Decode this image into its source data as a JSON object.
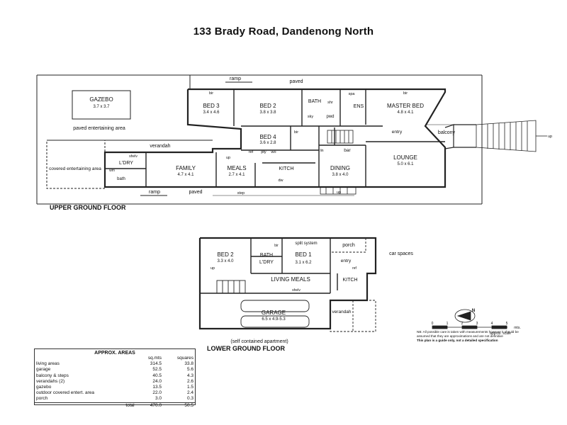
{
  "title": "133 Brady Road, Dandenong North",
  "upper": {
    "label": "UPPER GROUND FLOOR",
    "rooms": [
      {
        "name": "GAZEBO",
        "dims": "3.7 x 3.7"
      },
      {
        "name": "BED 3",
        "dims": "3.4 x 4.6"
      },
      {
        "name": "BED 2",
        "dims": "3.8 x 3.8"
      },
      {
        "name": "MASTER BED",
        "dims": "4.8 x 4.1"
      },
      {
        "name": "BED 4",
        "dims": "3.6 x 2.8"
      },
      {
        "name": "FAMILY",
        "dims": "4.7 x 4.1"
      },
      {
        "name": "MEALS",
        "dims": "2.7 x 4.1"
      },
      {
        "name": "DINING",
        "dims": "3.8 x 4.0"
      },
      {
        "name": "LOUNGE",
        "dims": "5.0 x 6.1"
      }
    ],
    "labels": {
      "ramp_top": "ramp",
      "paved_top": "paved",
      "paved_area": "paved entertaining area",
      "verandah": "verandah",
      "covered_area": "covered entertaining area",
      "laundry": "L'DRY",
      "bath_small": "bath",
      "kitch": "KITCH",
      "bath": "BATH",
      "ens": "ENS",
      "entry": "entry",
      "balcony": "balcony",
      "bar": "bar",
      "bir": "bir",
      "pwd": "pwd",
      "spa": "spa",
      "shr": "shr",
      "sky": "sky",
      "ref": "ref",
      "pty": "pty",
      "wo": "wo",
      "ramp_bottom": "ramp",
      "paved_bottom": "paved",
      "step": "step",
      "up": "up",
      "dw": "dw",
      "lin": "lin",
      "shelv": "shelv",
      "wm": "wm"
    }
  },
  "lower": {
    "label": "LOWER GROUND FLOOR",
    "subtitle": "(self contained apartment)",
    "rooms": [
      {
        "name": "BED 2",
        "dims": "3.3 x 4.0"
      },
      {
        "name": "BED 1",
        "dims": "3.1 x 6.2"
      },
      {
        "name": "GARAGE",
        "dims": "6.5 x 4.9-5.3"
      }
    ],
    "labels": {
      "split_system": "split system",
      "porch": "porch",
      "car_spaces": "car spaces",
      "bath": "BATH",
      "ldry": "L'DRY",
      "entry": "entry",
      "living_meals": "LIVING  MEALS",
      "kitchen": "KITCH",
      "verandah": "verandah",
      "shelv": "shelv",
      "bir": "bir",
      "ref": "ref",
      "up": "up"
    }
  },
  "areas": {
    "title": "APPROX. AREAS",
    "columns": [
      "",
      "sq.mts",
      "squares"
    ],
    "rows": [
      {
        "label": "living areas",
        "sqm": "314.5",
        "sq": "33.8"
      },
      {
        "label": "garage",
        "sqm": "52.5",
        "sq": "5.6"
      },
      {
        "label": "balcony & steps",
        "sqm": "40.5",
        "sq": "4.3"
      },
      {
        "label": "verandahs (2)",
        "sqm": "24.0",
        "sq": "2.6"
      },
      {
        "label": "gazebo",
        "sqm": "13.5",
        "sq": "1.5"
      },
      {
        "label": "outdoor covered entert. area",
        "sqm": "22.0",
        "sq": "2.4"
      },
      {
        "label": "porch",
        "sqm": "3.0",
        "sq": "0.3"
      }
    ],
    "total": {
      "label": "total",
      "sqm": "470.0",
      "sq": "50.5"
    }
  },
  "scale": {
    "ticks": [
      "0",
      "1",
      "2",
      "3",
      "4",
      "5"
    ],
    "unit": "mts.",
    "caption": "approx. scale",
    "north": "N"
  },
  "notes": {
    "line1": "NB: All possible care is taken with measurements however it should be assumed that they are approximations and are not definitive",
    "line2": "This plan is a guide only, not a detailed specification"
  }
}
